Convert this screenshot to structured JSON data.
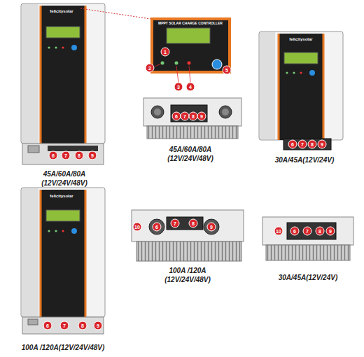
{
  "diagram": {
    "labels": [
      "felicitysolar",
      "6",
      "7",
      "8",
      "9",
      "45A/60A/80A",
      "(12V/24V/48V)",
      "MPPT SOLAR CHARGE CONTROLLER",
      "1",
      "2",
      "3",
      "4",
      "5",
      "6",
      "7",
      "8",
      "9",
      "45A/60A/80A",
      "(12V/24V/48V)",
      "felicitysolar",
      "6",
      "7",
      "8",
      "9",
      "30A/45A(12V/24V)",
      "felicitysolar",
      "6",
      "7",
      "8",
      "9",
      "100A /120A(12V/24V/48V)",
      "10",
      "6",
      "7",
      "8",
      "9",
      "100A /120A",
      "(12V/24V/48V)",
      "10",
      "6",
      "7",
      "8",
      "9",
      "30A/45A(12V/24V)"
    ]
  }
}
